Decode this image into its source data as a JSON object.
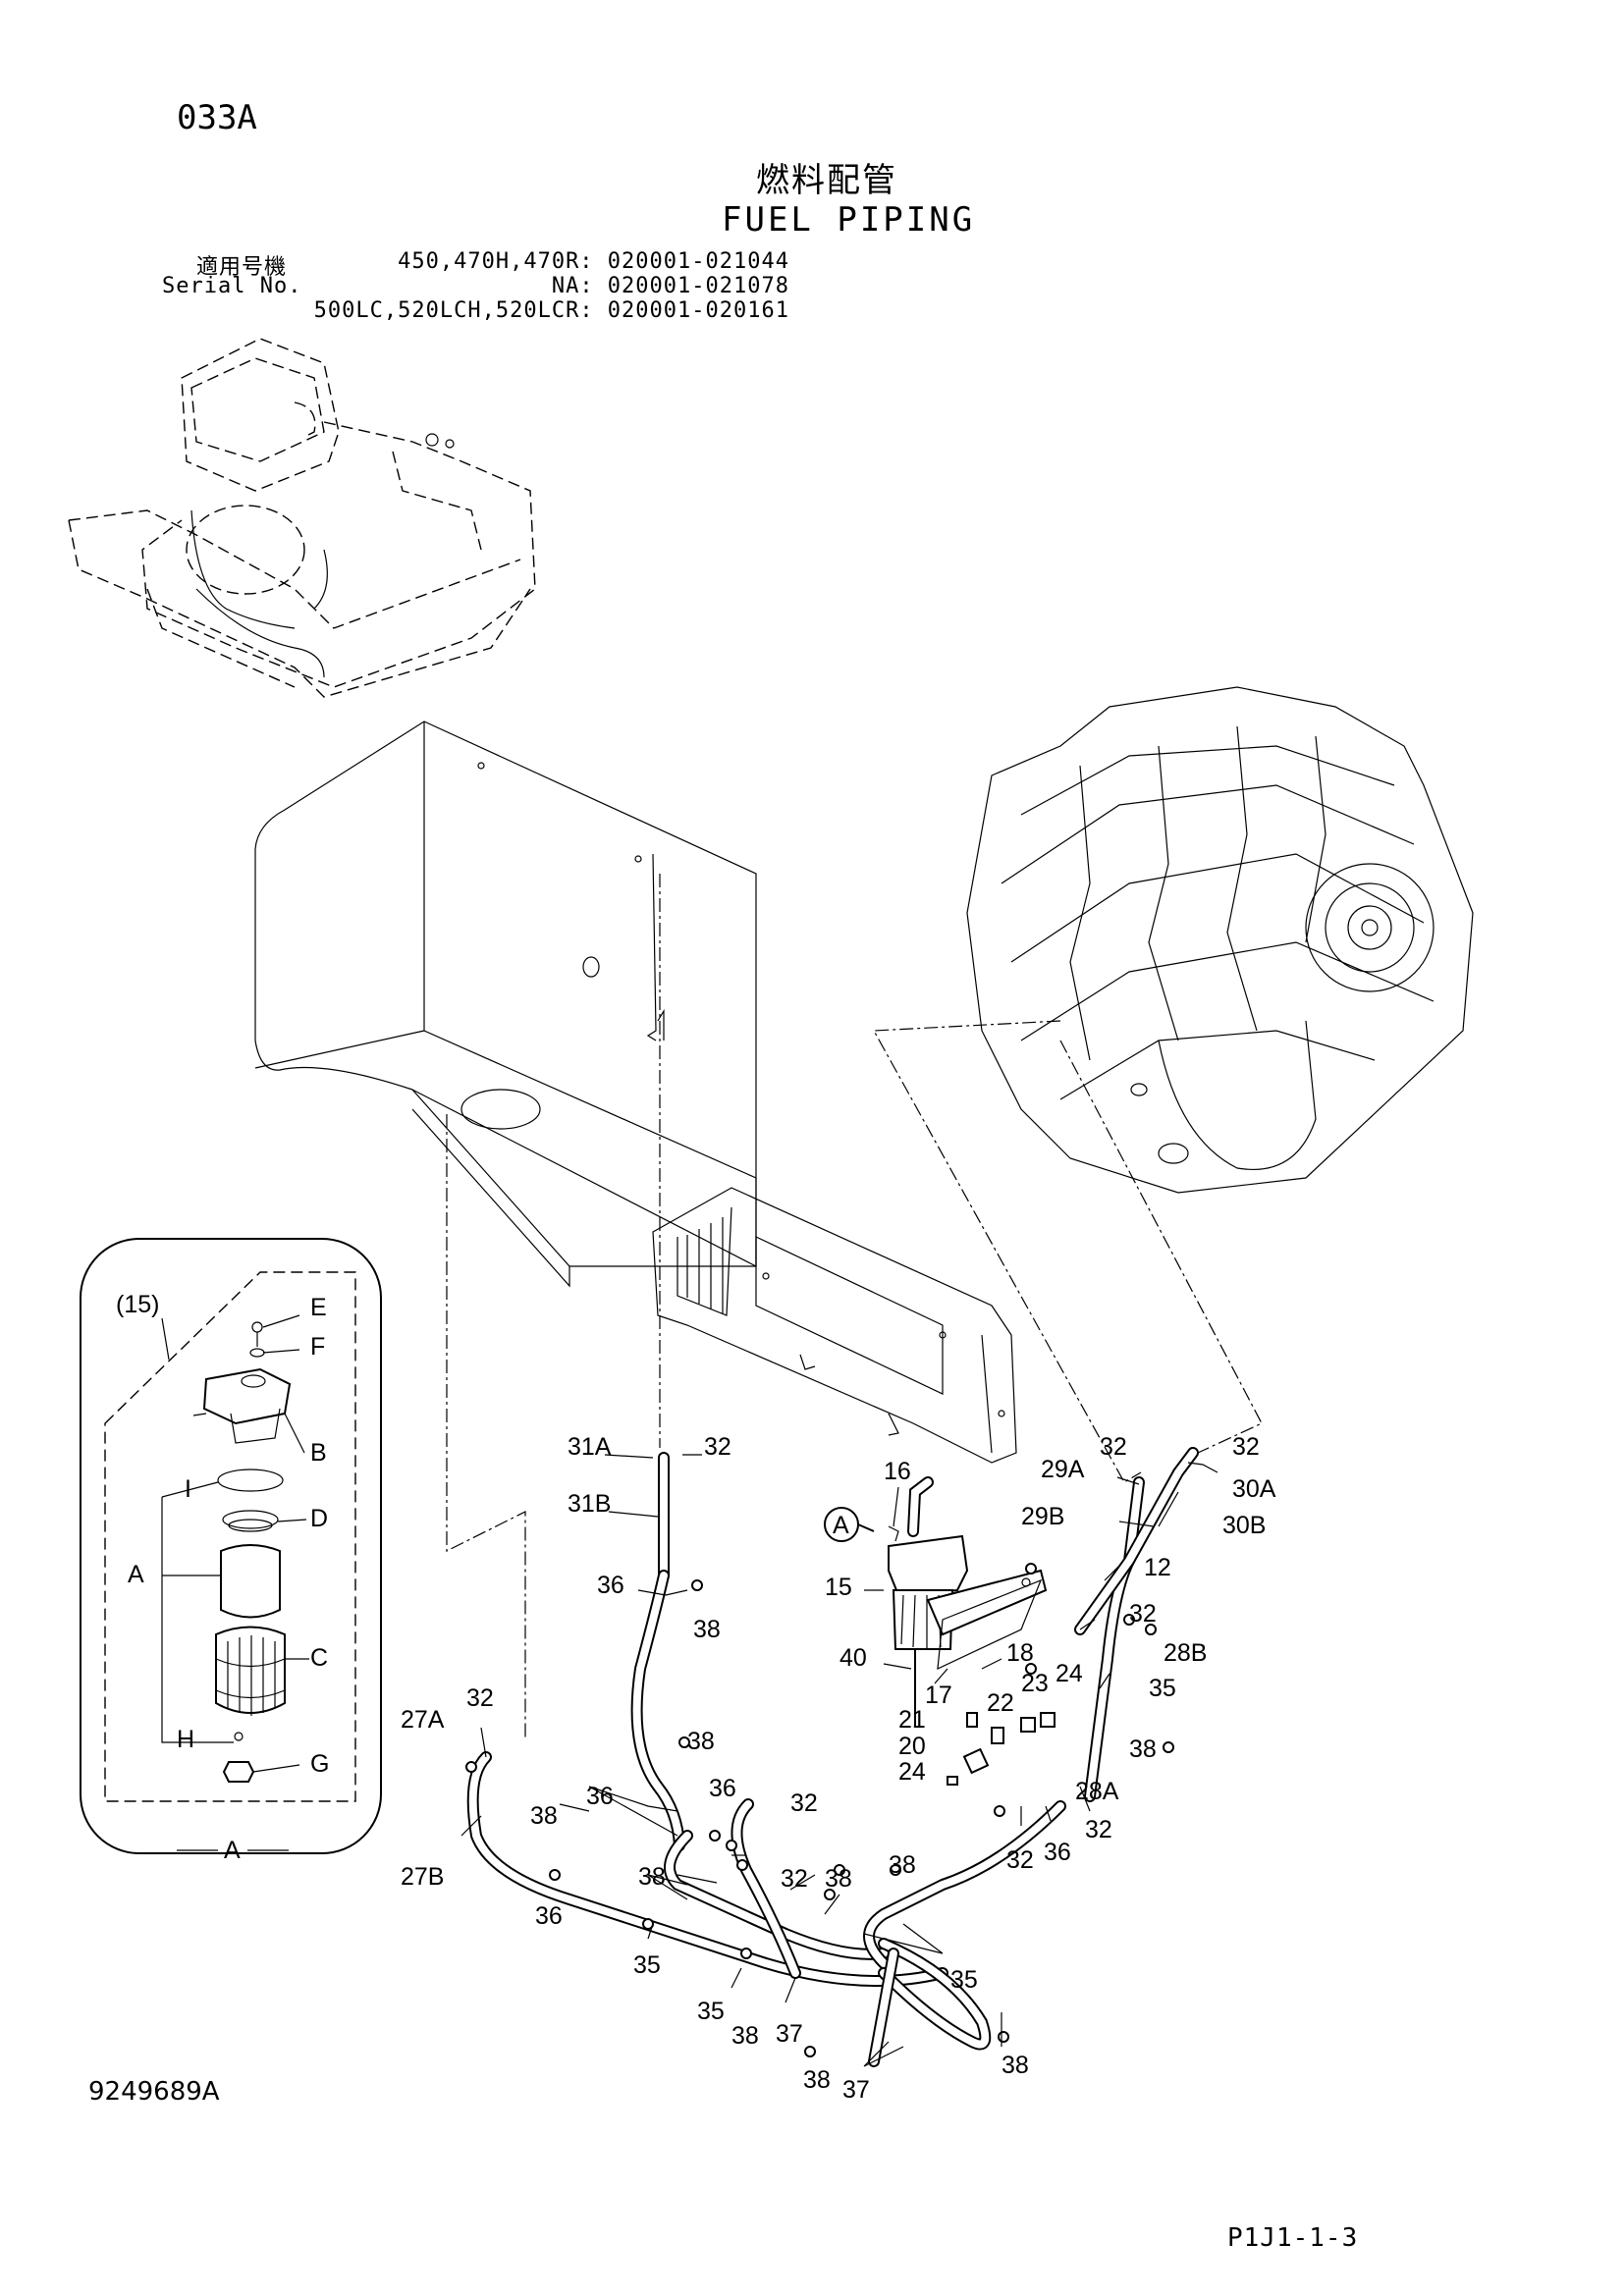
{
  "header": {
    "page_code": "033A",
    "title_jp": "燃料配管",
    "title_en": "FUEL PIPING"
  },
  "serial": {
    "label_jp": "適用号機",
    "label_en": "Serial No.",
    "lines": [
      "450,470H,470R: 020001-021044",
      "NA: 020001-021078",
      "500LC,520LCH,520LCR: 020001-020161"
    ]
  },
  "callouts": [
    "31A",
    "32",
    "31B",
    "36",
    "38",
    "16",
    "15",
    "40",
    "18",
    "17",
    "29A",
    "32",
    "32",
    "30A",
    "29B",
    "30B",
    "12",
    "32",
    "28B",
    "23",
    "24",
    "35",
    "22",
    "21",
    "38",
    "20",
    "24",
    "28A",
    "32",
    "36",
    "32",
    "27A",
    "32",
    "38",
    "27B",
    "36",
    "38",
    "36",
    "36",
    "32",
    "38",
    "32",
    "38",
    "38",
    "35",
    "35",
    "38",
    "37",
    "35",
    "38",
    "37",
    "38"
  ],
  "detail": {
    "ref": "(15)",
    "letters": [
      "E",
      "F",
      "B",
      "I",
      "D",
      "A",
      "C",
      "H",
      "G"
    ],
    "caption": "A",
    "view_marker": "A"
  },
  "footer": {
    "drawing_no": "9249689A",
    "page_ref": "P1J1-1-3"
  }
}
